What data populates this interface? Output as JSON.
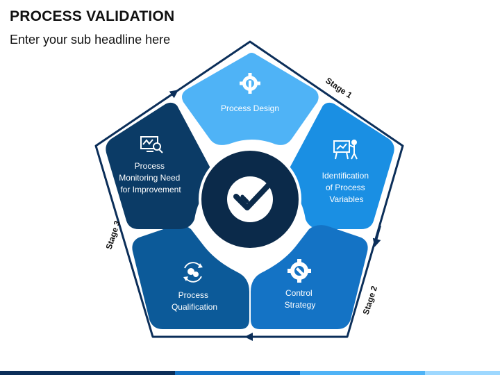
{
  "header": {
    "title": "PROCESS VALIDATION",
    "subtitle": "Enter your sub headline here"
  },
  "center": {
    "icon": "checkmark-icon"
  },
  "segments": [
    {
      "id": "process-design",
      "lines": [
        "Process Design"
      ],
      "icon": "gear-pencil-icon",
      "color": "#4FB3F6"
    },
    {
      "id": "identification",
      "lines": [
        "Identification",
        "of Process",
        "Variables"
      ],
      "icon": "presentation-icon",
      "color": "#1A8FE3"
    },
    {
      "id": "control-strategy",
      "lines": [
        "Control",
        "Strategy"
      ],
      "icon": "wrench-gear-icon",
      "color": "#1473C5"
    },
    {
      "id": "process-qualification",
      "lines": [
        "Process",
        "Qualification"
      ],
      "icon": "gears-cycle-icon",
      "color": "#0C5A99"
    },
    {
      "id": "process-monitoring",
      "lines": [
        "Process",
        "Monitoring Need",
        "for Improvement"
      ],
      "icon": "monitor-magnifier-icon",
      "color": "#0B3B66"
    }
  ],
  "stages": [
    "Stage 1",
    "Stage 2",
    "Stage 3"
  ],
  "colors": {
    "outline": "#0B2E59",
    "center_bg": "#0B2A4A",
    "bar": [
      "#0B2E59",
      "#1473C5",
      "#4FB3F6",
      "#9ED8FF"
    ]
  }
}
